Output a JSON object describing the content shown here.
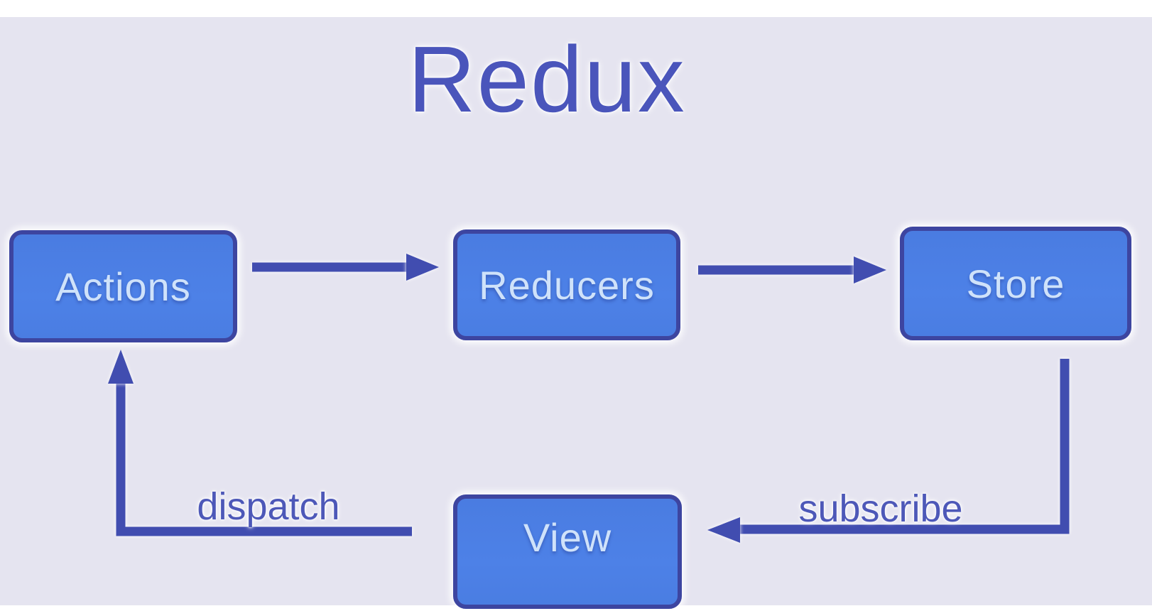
{
  "diagram": {
    "title": "Redux",
    "nodes": [
      {
        "id": "actions",
        "label": "Actions"
      },
      {
        "id": "reducers",
        "label": "Reducers"
      },
      {
        "id": "store",
        "label": "Store"
      },
      {
        "id": "view",
        "label": "View"
      }
    ],
    "edges": [
      {
        "from": "actions",
        "to": "reducers",
        "label": ""
      },
      {
        "from": "reducers",
        "to": "store",
        "label": ""
      },
      {
        "from": "store",
        "to": "view",
        "label": "subscribe"
      },
      {
        "from": "view",
        "to": "actions",
        "label": "dispatch"
      }
    ],
    "colors": {
      "background": "#e5e4f0",
      "page_margin": "#ffffff",
      "node_fill": "#4b7ee3",
      "node_border": "#3d45a0",
      "node_text": "#cfe2fa",
      "arrow": "#414db0",
      "title_text": "#4a55bb",
      "edge_label_text": "#4d58b8"
    }
  }
}
